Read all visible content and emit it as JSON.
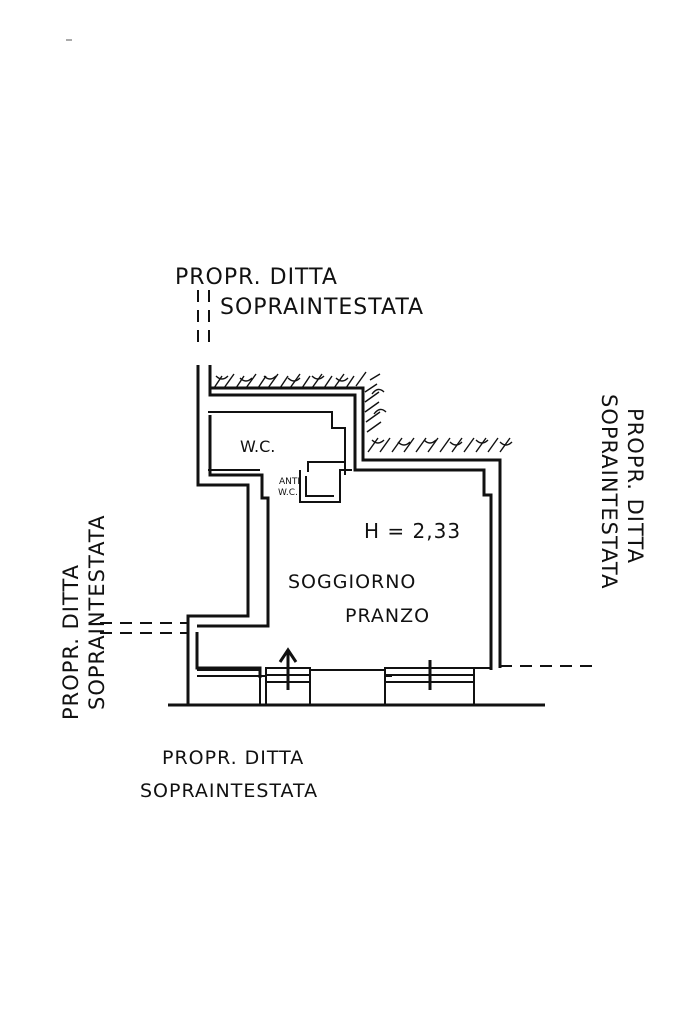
{
  "labels": {
    "top_line1": "PROPR.    DITTA",
    "top_line2": "SOPRAINTESTATA",
    "bottom_line1": "PROPR.        DITTA",
    "bottom_line2": "SOPRAINTESTATA",
    "left_line1": "PROPR.  DITTA",
    "left_line2": "SOPRAINTESTATA",
    "right_line1": "PROPR.   DITTA",
    "right_line2": "SOPRAINTESTATA"
  },
  "rooms": {
    "wc": "W.C.",
    "anti_top": "ANTI",
    "anti_bottom": "W.C.",
    "height": "H = 2,33",
    "living_line1": "SOGGIORNO",
    "living_line2": "PRANZO"
  },
  "colors": {
    "ink": "#111111",
    "paper": "#ffffff"
  }
}
